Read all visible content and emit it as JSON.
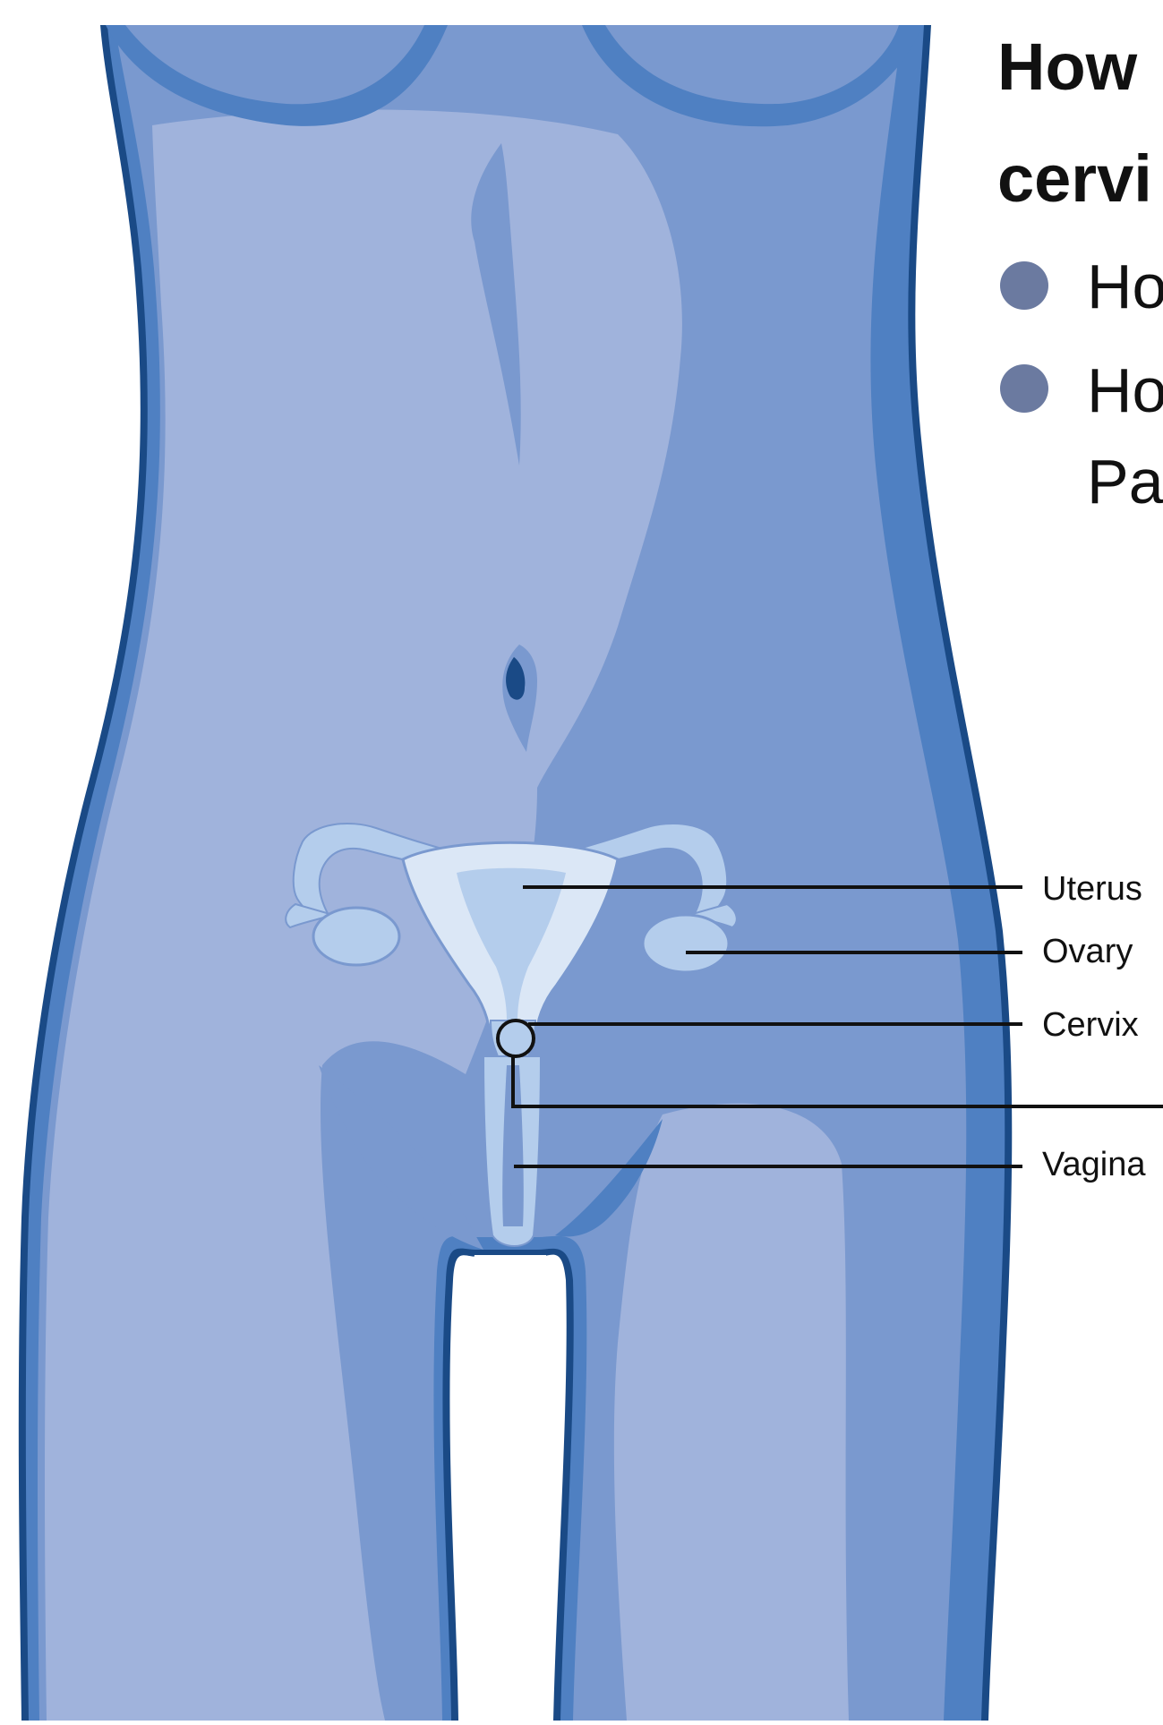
{
  "heading": {
    "line1": "How",
    "line2": "cervi"
  },
  "bullets": [
    {
      "text": "Ho"
    },
    {
      "text": "Ho"
    },
    {
      "text": "Pa"
    }
  ],
  "labels": {
    "uterus": "Uterus",
    "ovary": "Ovary",
    "cervix": "Cervix",
    "vagina": "Vagina"
  },
  "colors": {
    "body_light": "#a0b3dc",
    "body_mid": "#7a99cf",
    "body_dark": "#4f80c2",
    "outline": "#1a4a86",
    "organ_light": "#dbe7f6",
    "organ_mid": "#b4cdec",
    "bullet": "#6b7aa0",
    "leader": "#111111"
  }
}
